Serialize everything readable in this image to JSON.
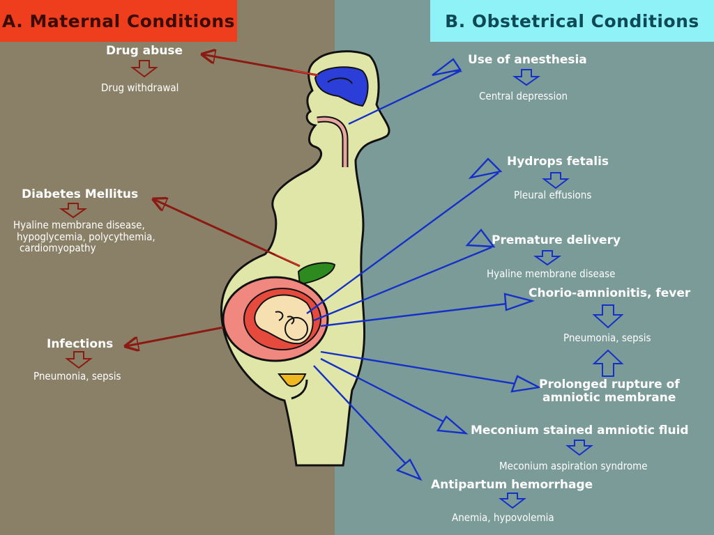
{
  "headers": {
    "maternal": "A. Maternal Conditions",
    "obstetrical": "B. Obstetrical Conditions"
  },
  "maternal": {
    "drug_abuse": {
      "condition": "Drug abuse",
      "effect": "Drug withdrawal"
    },
    "diabetes": {
      "condition": "Diabetes Mellitus",
      "effect_line1": "Hyaline membrane disease,",
      "effect_line2": "hypoglycemia, polycythemia,",
      "effect_line3": "cardiomyopathy"
    },
    "infections": {
      "condition": "Infections",
      "effect": "Pneumonia, sepsis"
    }
  },
  "obstetrical": {
    "anesthesia": {
      "condition": "Use of anesthesia",
      "effect": "Central depression"
    },
    "hydrops": {
      "condition": "Hydrops fetalis",
      "effect": "Pleural effusions"
    },
    "premature": {
      "condition": "Premature delivery",
      "effect": "Hyaline membrane disease"
    },
    "chorio": {
      "condition": "Chorio-amnionitis, fever"
    },
    "shared_effect": "Pneumonia, sepsis",
    "prolonged": {
      "condition_line1": "Prolonged rupture of",
      "condition_line2": "amniotic membrane"
    },
    "meconium": {
      "condition": "Meconium stained amniotic fluid",
      "effect": "Meconium aspiration syndrome"
    },
    "antipartum": {
      "condition": "Antipartum hemorrhage",
      "effect": "Anemia, hypovolemia"
    }
  },
  "colors": {
    "maternal_bg": "#8a8068",
    "obstetrical_bg": "#7b9b98",
    "maternal_header": "#ee3e1e",
    "obstetrical_header": "#8ef2f7",
    "maternal_arrow": "#8b1a12",
    "obstetrical_arrow": "#1530c8",
    "body_fill": "#dfe6a8"
  }
}
